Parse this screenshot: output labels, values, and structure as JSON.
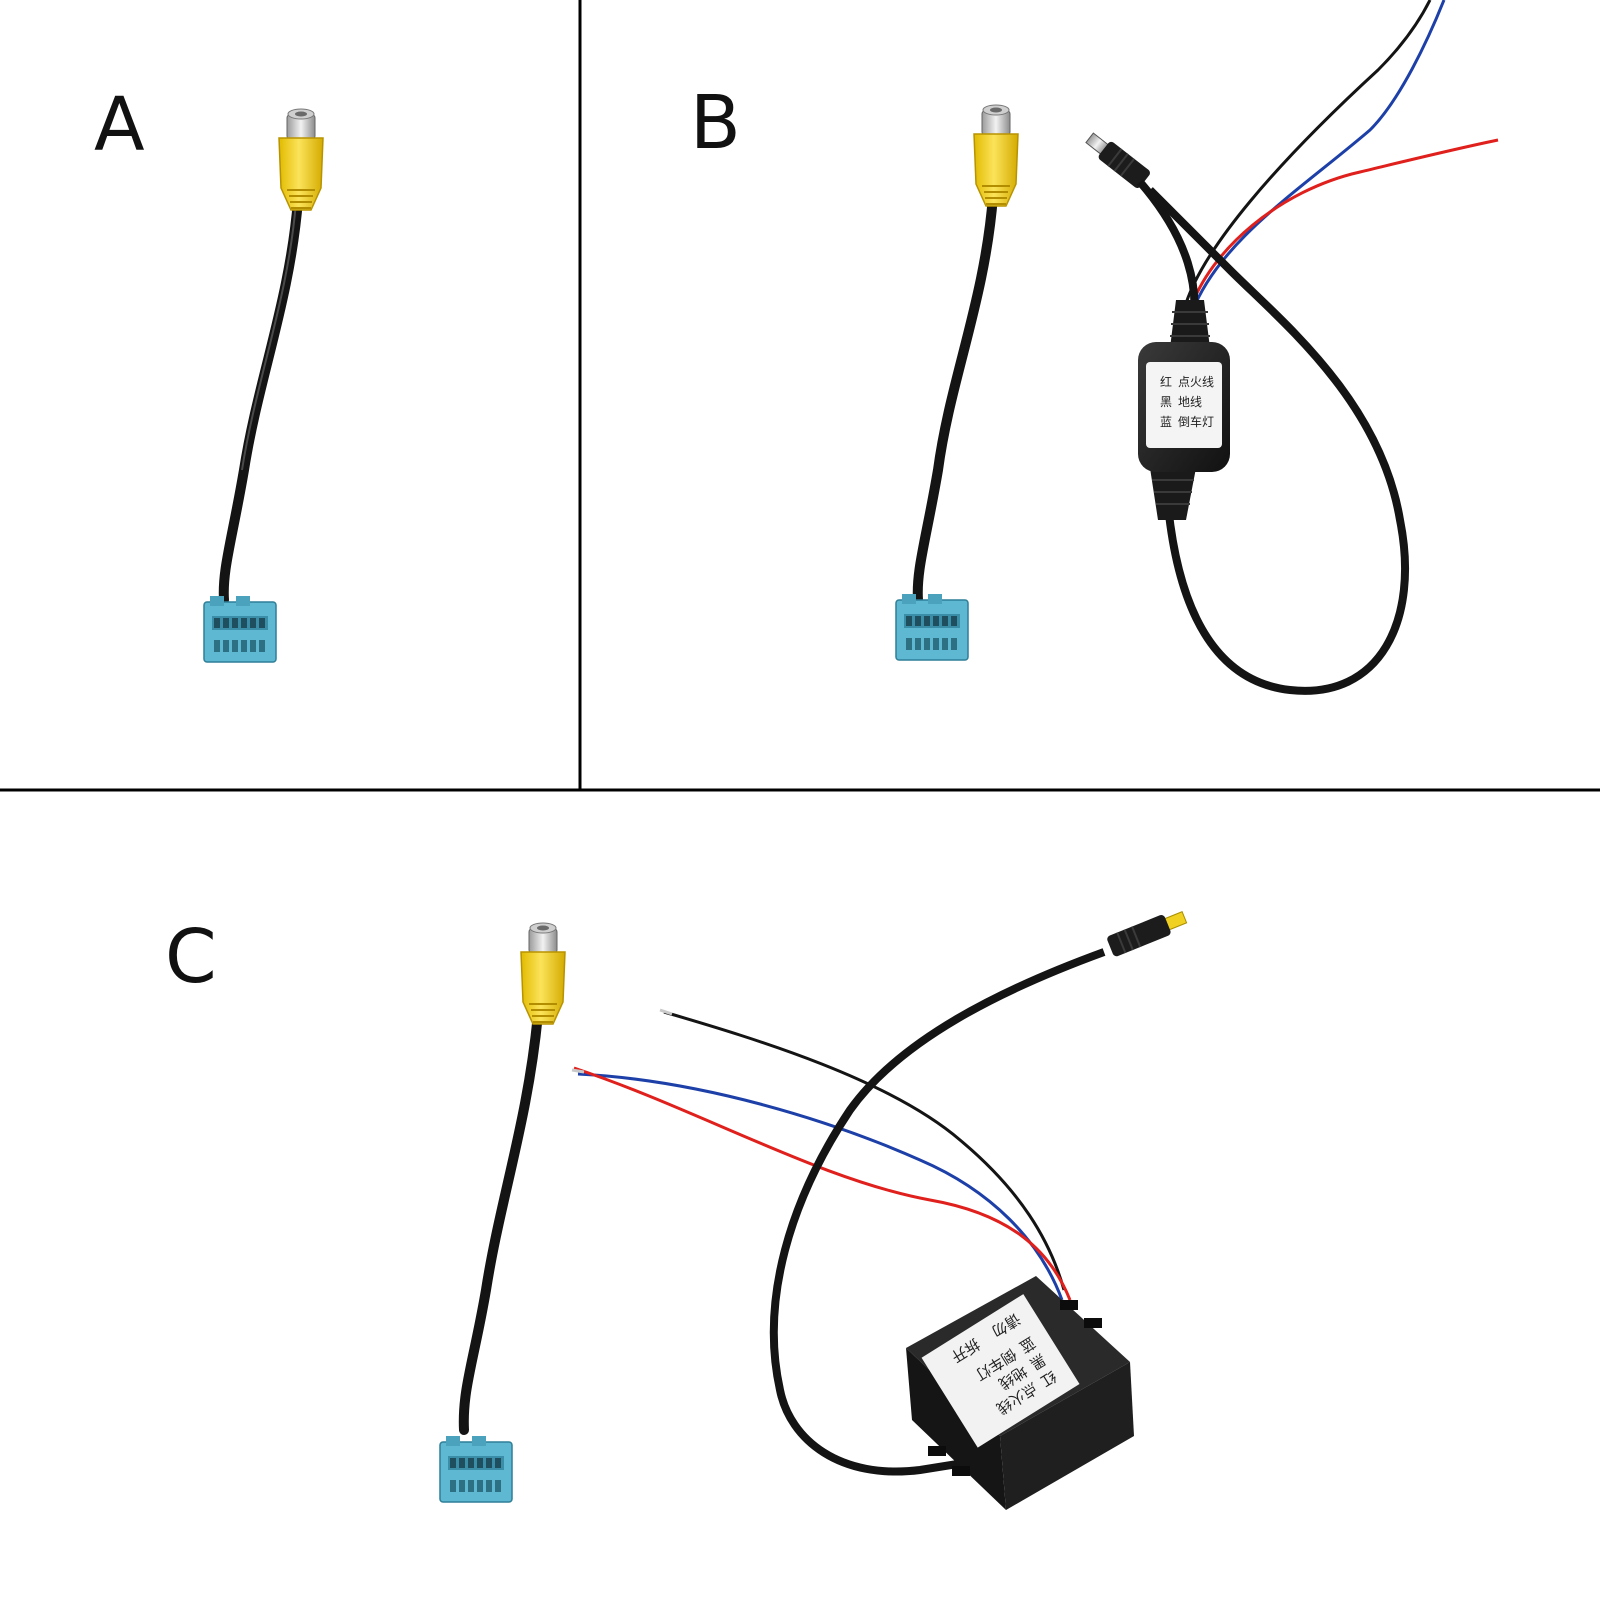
{
  "panels": {
    "a": {
      "label": "A"
    },
    "b": {
      "label": "B",
      "module_labels": {
        "col1": [
          "红",
          "黑",
          "蓝"
        ],
        "col2": [
          "点火线",
          "地线",
          "倒车灯"
        ]
      }
    },
    "c": {
      "label": "C",
      "module_labels": {
        "col1": [
          "红",
          "黑",
          "蓝"
        ],
        "col2": [
          "点火线",
          "地线",
          "倒车灯"
        ],
        "col3": [
          "请勿",
          "拆开"
        ]
      }
    }
  },
  "colors": {
    "rca_yellow": "#f5d21a",
    "connector_blue": "#5fb8d2",
    "cable_black": "#141414",
    "wire_red": "#e0201c",
    "wire_blue": "#1d3fa8",
    "dc_plug_tip": "#f0d020",
    "divider": "#000000"
  }
}
